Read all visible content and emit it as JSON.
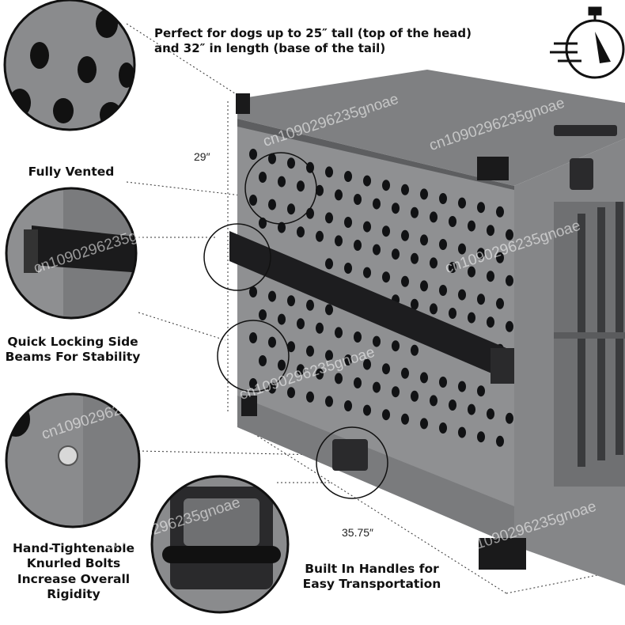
{
  "headline": {
    "line1": "Perfect for dogs up to 25″ tall (top of the head)",
    "line2": "and  32″ in length (base of the tail)"
  },
  "dimensions": {
    "height": "29″",
    "depth": "35.75″"
  },
  "features": [
    {
      "line1": "Fully Vented"
    },
    {
      "line1": "Quick Locking Side",
      "line2": "Beams For Stability"
    },
    {
      "line1": "Hand-Tightenable",
      "line2": "Knurled Bolts",
      "line3": "Increase Overall",
      "line4": "Rigidity"
    },
    {
      "line1": "Built In Handles for",
      "line2": "Easy Transportation"
    }
  ],
  "watermark": "cn1090296235gnoae",
  "icons": [
    "stopwatch-icon"
  ],
  "colors": {
    "crate": "#8f9092",
    "crate_dark": "#6f7072",
    "beam": "#1d1d1f",
    "hole": "#111214",
    "text": "#111111"
  }
}
